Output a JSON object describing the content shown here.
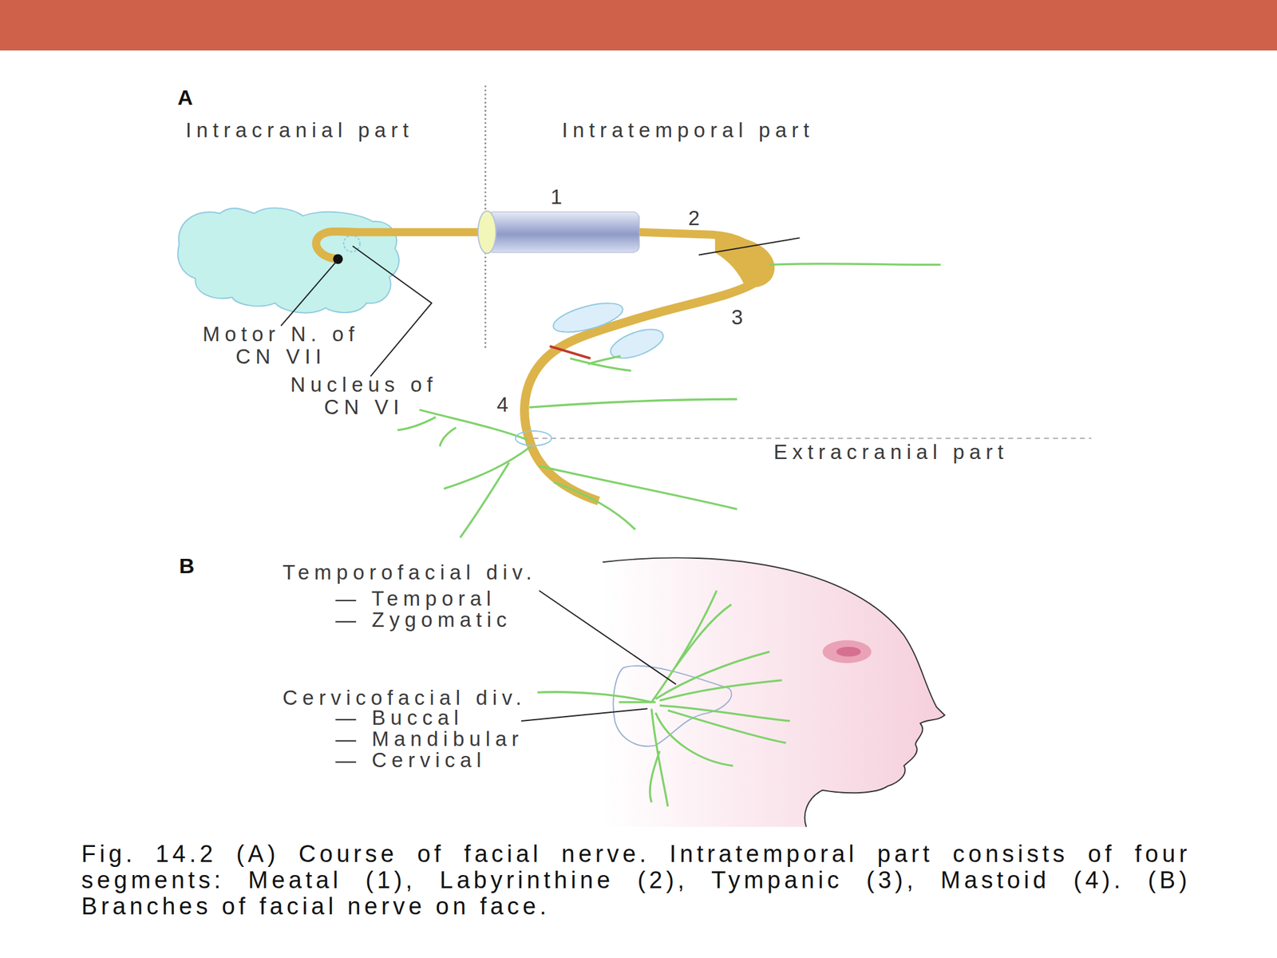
{
  "diagram": {
    "caption": "Fig. 14.2 (A) Course of facial nerve. Intratemporal part consists of four segments: Meatal (1), Labyrinthine (2), Tympanic (3), Mastoid (4). (B) Branches of facial nerve on face.",
    "labels": [
      "A",
      "Intracranial part",
      "Intratemporal part",
      "1",
      "2",
      "3",
      "Motor N. of CN VII",
      "Nucleus of CN VI",
      "4",
      "Extracranial part",
      "B",
      "Temporofacial div.",
      "— Temporal",
      "— Zygomatic",
      "Cervicofacial div.",
      "— Buccal",
      "— Mandibular",
      "— Cervical"
    ]
  }
}
